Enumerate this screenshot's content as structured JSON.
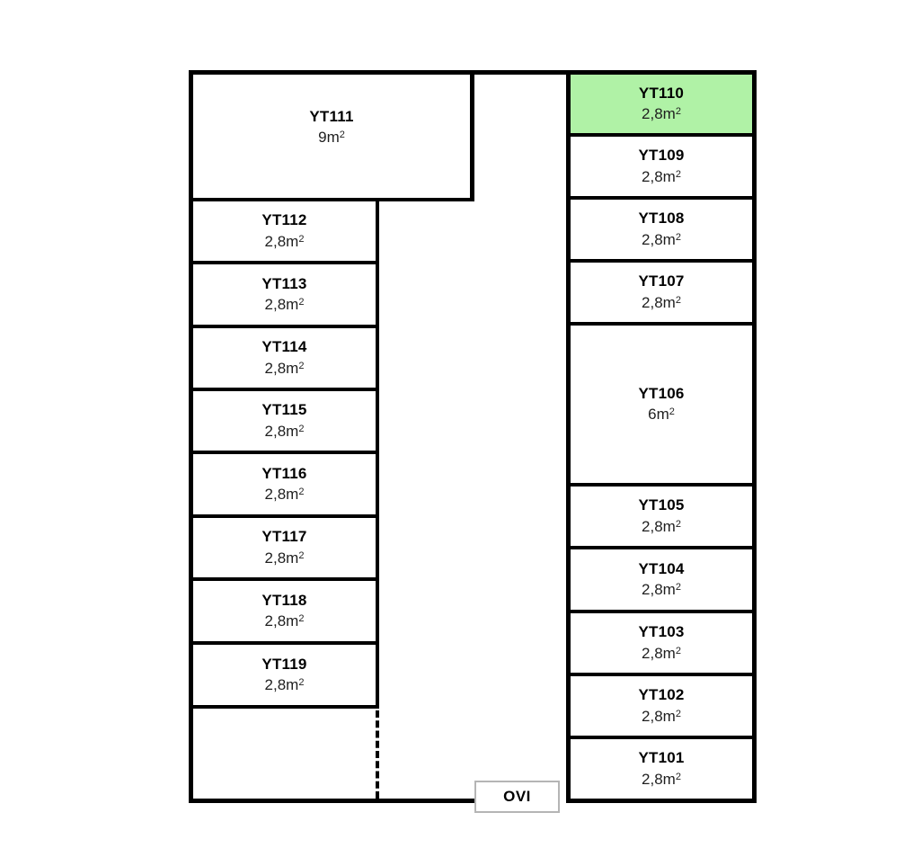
{
  "plan": {
    "door_label": "OVI"
  },
  "unit_suffix": {
    "base": "m",
    "exponent": "2"
  },
  "colors": {
    "highlight_green": "#B0F2A6",
    "wall_black": "#000000",
    "door_border_gray": "#B5B5B5"
  },
  "rooms": [
    {
      "id": "YT111",
      "area": "9",
      "highlighted": false
    },
    {
      "id": "YT112",
      "area": "2,8",
      "highlighted": false
    },
    {
      "id": "YT113",
      "area": "2,8",
      "highlighted": false
    },
    {
      "id": "YT114",
      "area": "2,8",
      "highlighted": false
    },
    {
      "id": "YT115",
      "area": "2,8",
      "highlighted": false
    },
    {
      "id": "YT116",
      "area": "2,8",
      "highlighted": false
    },
    {
      "id": "YT117",
      "area": "2,8",
      "highlighted": false
    },
    {
      "id": "YT118",
      "area": "2,8",
      "highlighted": false
    },
    {
      "id": "YT119",
      "area": "2,8",
      "highlighted": false
    },
    {
      "id": "YT110",
      "area": "2,8",
      "highlighted": true
    },
    {
      "id": "YT109",
      "area": "2,8",
      "highlighted": false
    },
    {
      "id": "YT108",
      "area": "2,8",
      "highlighted": false
    },
    {
      "id": "YT107",
      "area": "2,8",
      "highlighted": false
    },
    {
      "id": "YT106",
      "area": "6",
      "highlighted": false
    },
    {
      "id": "YT105",
      "area": "2,8",
      "highlighted": false
    },
    {
      "id": "YT104",
      "area": "2,8",
      "highlighted": false
    },
    {
      "id": "YT103",
      "area": "2,8",
      "highlighted": false
    },
    {
      "id": "YT102",
      "area": "2,8",
      "highlighted": false
    },
    {
      "id": "YT101",
      "area": "2,8",
      "highlighted": false
    }
  ]
}
